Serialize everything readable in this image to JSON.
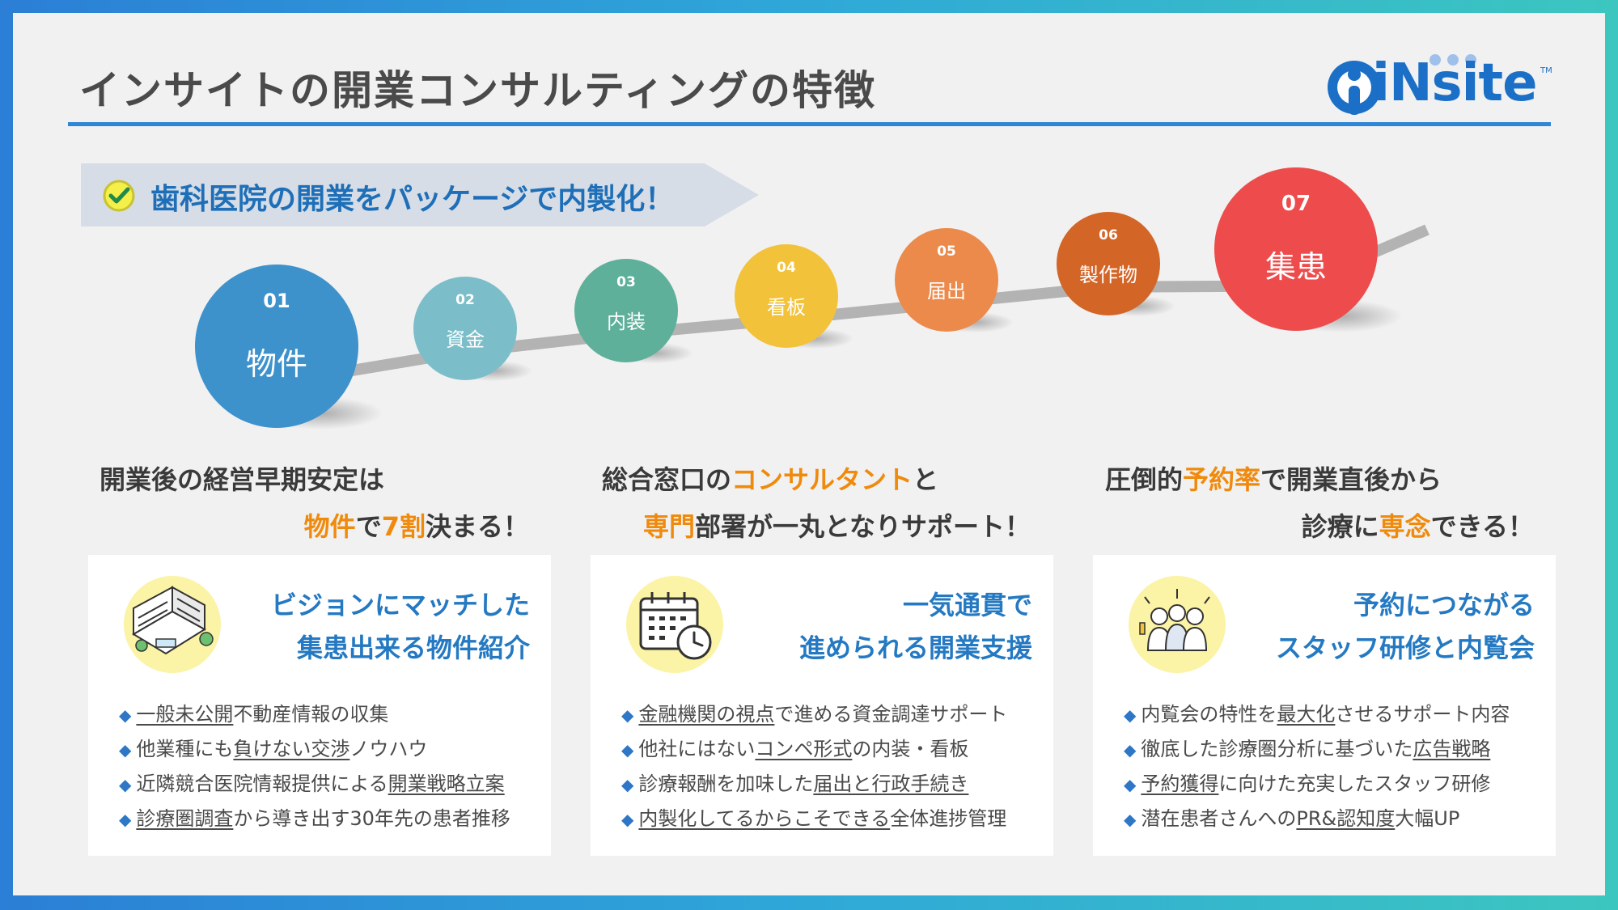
{
  "title": "インサイトの開業コンサルティングの特徴",
  "brand": {
    "name": "iNsite",
    "tm": "TM",
    "color": "#1b6fc6"
  },
  "banner": {
    "text": "歯科医院の開業をパッケージで内製化！",
    "icon": "check-circle-icon"
  },
  "steps": [
    {
      "num": "01",
      "label": "物件",
      "color": "#3e92cb"
    },
    {
      "num": "02",
      "label": "資金",
      "color": "#7bbec9"
    },
    {
      "num": "03",
      "label": "内装",
      "color": "#5fb09a"
    },
    {
      "num": "04",
      "label": "看板",
      "color": "#f2c23b"
    },
    {
      "num": "05",
      "label": "届出",
      "color": "#ec8a4b"
    },
    {
      "num": "06",
      "label": "製作物",
      "color": "#d36527"
    },
    {
      "num": "07",
      "label": "集患",
      "color": "#ee4c4c"
    }
  ],
  "pitches": [
    {
      "line1": [
        {
          "t": "開業後の経営早期安定は",
          "h": false
        }
      ],
      "line2": [
        {
          "t": "物件",
          "h": true
        },
        {
          "t": "で",
          "h": false
        },
        {
          "t": "7割",
          "h": true
        },
        {
          "t": "決まる！",
          "h": false
        }
      ]
    },
    {
      "line1": [
        {
          "t": "総合窓口の",
          "h": false
        },
        {
          "t": "コンサルタント",
          "h": true
        },
        {
          "t": "と",
          "h": false
        }
      ],
      "line2": [
        {
          "t": "専門",
          "h": true
        },
        {
          "t": "部署が一丸となりサポート！",
          "h": false
        }
      ]
    },
    {
      "line1": [
        {
          "t": "圧倒的",
          "h": false
        },
        {
          "t": "予約率",
          "h": true
        },
        {
          "t": "で開業直後から",
          "h": false
        }
      ],
      "line2": [
        {
          "t": "診療に",
          "h": false
        },
        {
          "t": "専念",
          "h": true
        },
        {
          "t": "できる！",
          "h": false
        }
      ]
    }
  ],
  "cards": [
    {
      "icon": "building-icon",
      "title1": "ビジョンにマッチした",
      "title2": "集患出来る物件紹介",
      "bullets": [
        [
          {
            "t": "一般未公開",
            "u": true
          },
          {
            "t": "不動産情報の収集",
            "u": false
          }
        ],
        [
          {
            "t": "他業種にも",
            "u": false
          },
          {
            "t": "負けない交渉",
            "u": true
          },
          {
            "t": "ノウハウ",
            "u": false
          }
        ],
        [
          {
            "t": "近隣競合医院情報提供による",
            "u": false
          },
          {
            "t": "開業戦略立案",
            "u": true
          }
        ],
        [
          {
            "t": "診療圏調査",
            "u": true
          },
          {
            "t": "から導き出す30年先の患者推移",
            "u": false
          }
        ]
      ]
    },
    {
      "icon": "calendar-clock-icon",
      "title1": "一気通貫で",
      "title2": "進められる開業支援",
      "bullets": [
        [
          {
            "t": "金融機関の視点",
            "u": true
          },
          {
            "t": "で進める資金調達サポート",
            "u": false
          }
        ],
        [
          {
            "t": "他社にはない",
            "u": false
          },
          {
            "t": "コンペ形式",
            "u": true
          },
          {
            "t": "の内装・看板",
            "u": false
          }
        ],
        [
          {
            "t": "診療報酬を加味した",
            "u": false
          },
          {
            "t": "届出と行政手続き",
            "u": true
          }
        ],
        [
          {
            "t": "内製化してるからこそできる",
            "u": true
          },
          {
            "t": "全体進捗管理",
            "u": false
          }
        ]
      ]
    },
    {
      "icon": "staff-team-icon",
      "title1": "予約につながる",
      "title2": "スタッフ研修と内覧会",
      "bullets": [
        [
          {
            "t": "内覧会の特性を",
            "u": false
          },
          {
            "t": "最大化",
            "u": true
          },
          {
            "t": "させるサポート内容",
            "u": false
          }
        ],
        [
          {
            "t": "徹底した診療圏分析に基づいた",
            "u": false
          },
          {
            "t": "広告戦略",
            "u": true
          }
        ],
        [
          {
            "t": "予約獲得",
            "u": true
          },
          {
            "t": "に向けた充実したスタッフ研修",
            "u": false
          }
        ],
        [
          {
            "t": "潜在患者さんへの",
            "u": false
          },
          {
            "t": "PR&認知度",
            "u": true
          },
          {
            "t": "大幅UP",
            "u": false
          }
        ]
      ]
    }
  ]
}
